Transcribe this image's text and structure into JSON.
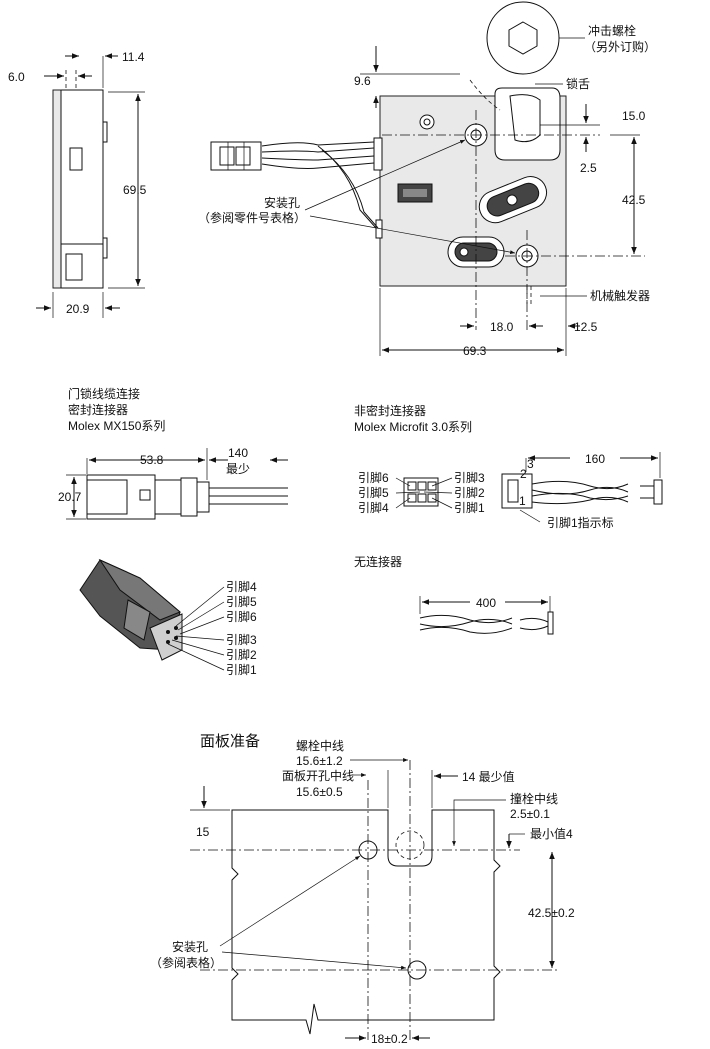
{
  "top": {
    "side_view": {
      "dim_6": "6.0",
      "dim_11_4": "11.4",
      "dim_69_5": "69.5",
      "dim_20_9": "20.9"
    },
    "front_view": {
      "strike_bolt_l1": "冲击螺栓",
      "strike_bolt_l2": "（另外订购）",
      "latch": "锁舌",
      "dim_9_6": "9.6",
      "dim_15": "15.0",
      "dim_2_5": "2.5",
      "dim_42_5": "42.5",
      "mount_hole_l1": "安装孔",
      "mount_hole_l2": "（参阅零件号表格）",
      "trigger": "机械触发器",
      "dim_18": "18.0",
      "dim_12_5": "12.5",
      "dim_69_3": "69.3"
    }
  },
  "connectors": {
    "sealed": {
      "title_l1": "门锁线缆连接",
      "title_l2": "密封连接器",
      "title_l3": "Molex MX150系列",
      "dim_53_8": "53.8",
      "dim_140": "140",
      "min_label": "最少",
      "dim_20_7": "20.7",
      "pins": [
        "引脚4",
        "引脚5",
        "引脚6",
        "引脚3",
        "引脚2",
        "引脚1"
      ]
    },
    "unsealed": {
      "title_l1": "非密封连接器",
      "title_l2": "Molex Microfit 3.0系列",
      "dim_160": "160",
      "pins_left": [
        "引脚6",
        "引脚5",
        "引脚4"
      ],
      "pins_right": [
        "引脚3",
        "引脚2",
        "引脚1"
      ],
      "pin_indicator": "引脚1指示标",
      "pin_numbers": [
        "2",
        "3",
        "1"
      ]
    },
    "none": {
      "title": "无连接器",
      "dim_400": "400"
    }
  },
  "panel": {
    "title": "面板准备",
    "bolt_center": "螺栓中线",
    "bolt_center_val": "15.6±1.2",
    "panel_hole_center": "面板开孔中线",
    "panel_hole_center_val": "15.6±0.5",
    "min14": "14 最少值",
    "strike_center": "撞栓中线",
    "strike_center_val": "2.5±0.1",
    "min4": "最小值4",
    "dim_15": "15",
    "dim_42_5": "42.5±0.2",
    "mount_hole_l1": "安装孔",
    "mount_hole_l2": "（参阅表格）",
    "dim_18": "18±0.2"
  }
}
